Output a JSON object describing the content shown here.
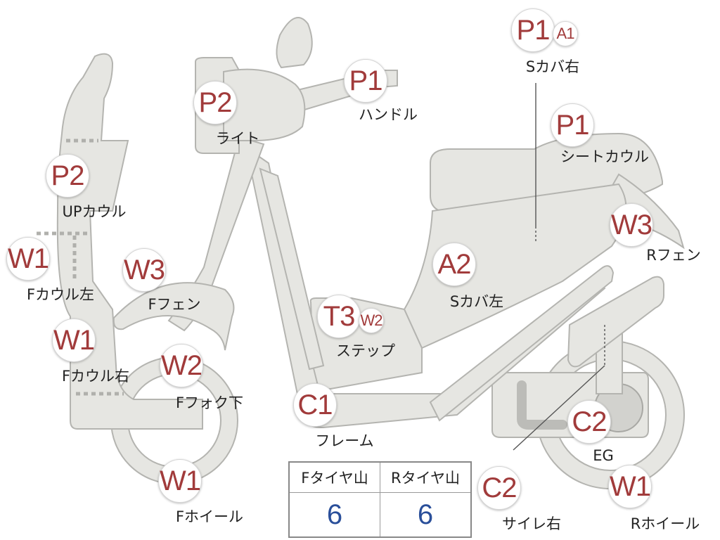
{
  "parts": [
    {
      "id": "s-cover-right",
      "code": "P1",
      "sub_code": "A1",
      "label": "Sカバ右"
    },
    {
      "id": "handle",
      "code": "P1",
      "label": "ハンドル"
    },
    {
      "id": "light",
      "code": "P2",
      "label": "ライト"
    },
    {
      "id": "seat-cowl",
      "code": "P1",
      "label": "シートカウル"
    },
    {
      "id": "up-cowl",
      "code": "P2",
      "label": "UPカウル"
    },
    {
      "id": "r-fender",
      "code": "W3",
      "label": "Rフェン"
    },
    {
      "id": "f-cowl-left",
      "code": "W1",
      "label": "Fカウル左"
    },
    {
      "id": "f-fender",
      "code": "W3",
      "label": "Fフェン"
    },
    {
      "id": "s-cover-left",
      "code": "A2",
      "label": "Sカバ左"
    },
    {
      "id": "step",
      "code": "T3",
      "sub_code": "W2",
      "label": "ステップ"
    },
    {
      "id": "f-cowl-right",
      "code": "W1",
      "label": "Fカウル右"
    },
    {
      "id": "f-fork-lower",
      "code": "W2",
      "label": "Fフォク下"
    },
    {
      "id": "frame",
      "code": "C1",
      "label": "フレーム"
    },
    {
      "id": "engine",
      "code": "C2",
      "label": "EG"
    },
    {
      "id": "f-wheel",
      "code": "W1",
      "label": "Fホイール"
    },
    {
      "id": "muffler-right",
      "code": "C2",
      "label": "サイレ右"
    },
    {
      "id": "r-wheel",
      "code": "W1",
      "label": "Rホイール"
    }
  ],
  "tire_tread": {
    "headers": [
      "Fタイヤ山",
      "Rタイヤ山"
    ],
    "values": [
      "6",
      "6"
    ]
  }
}
